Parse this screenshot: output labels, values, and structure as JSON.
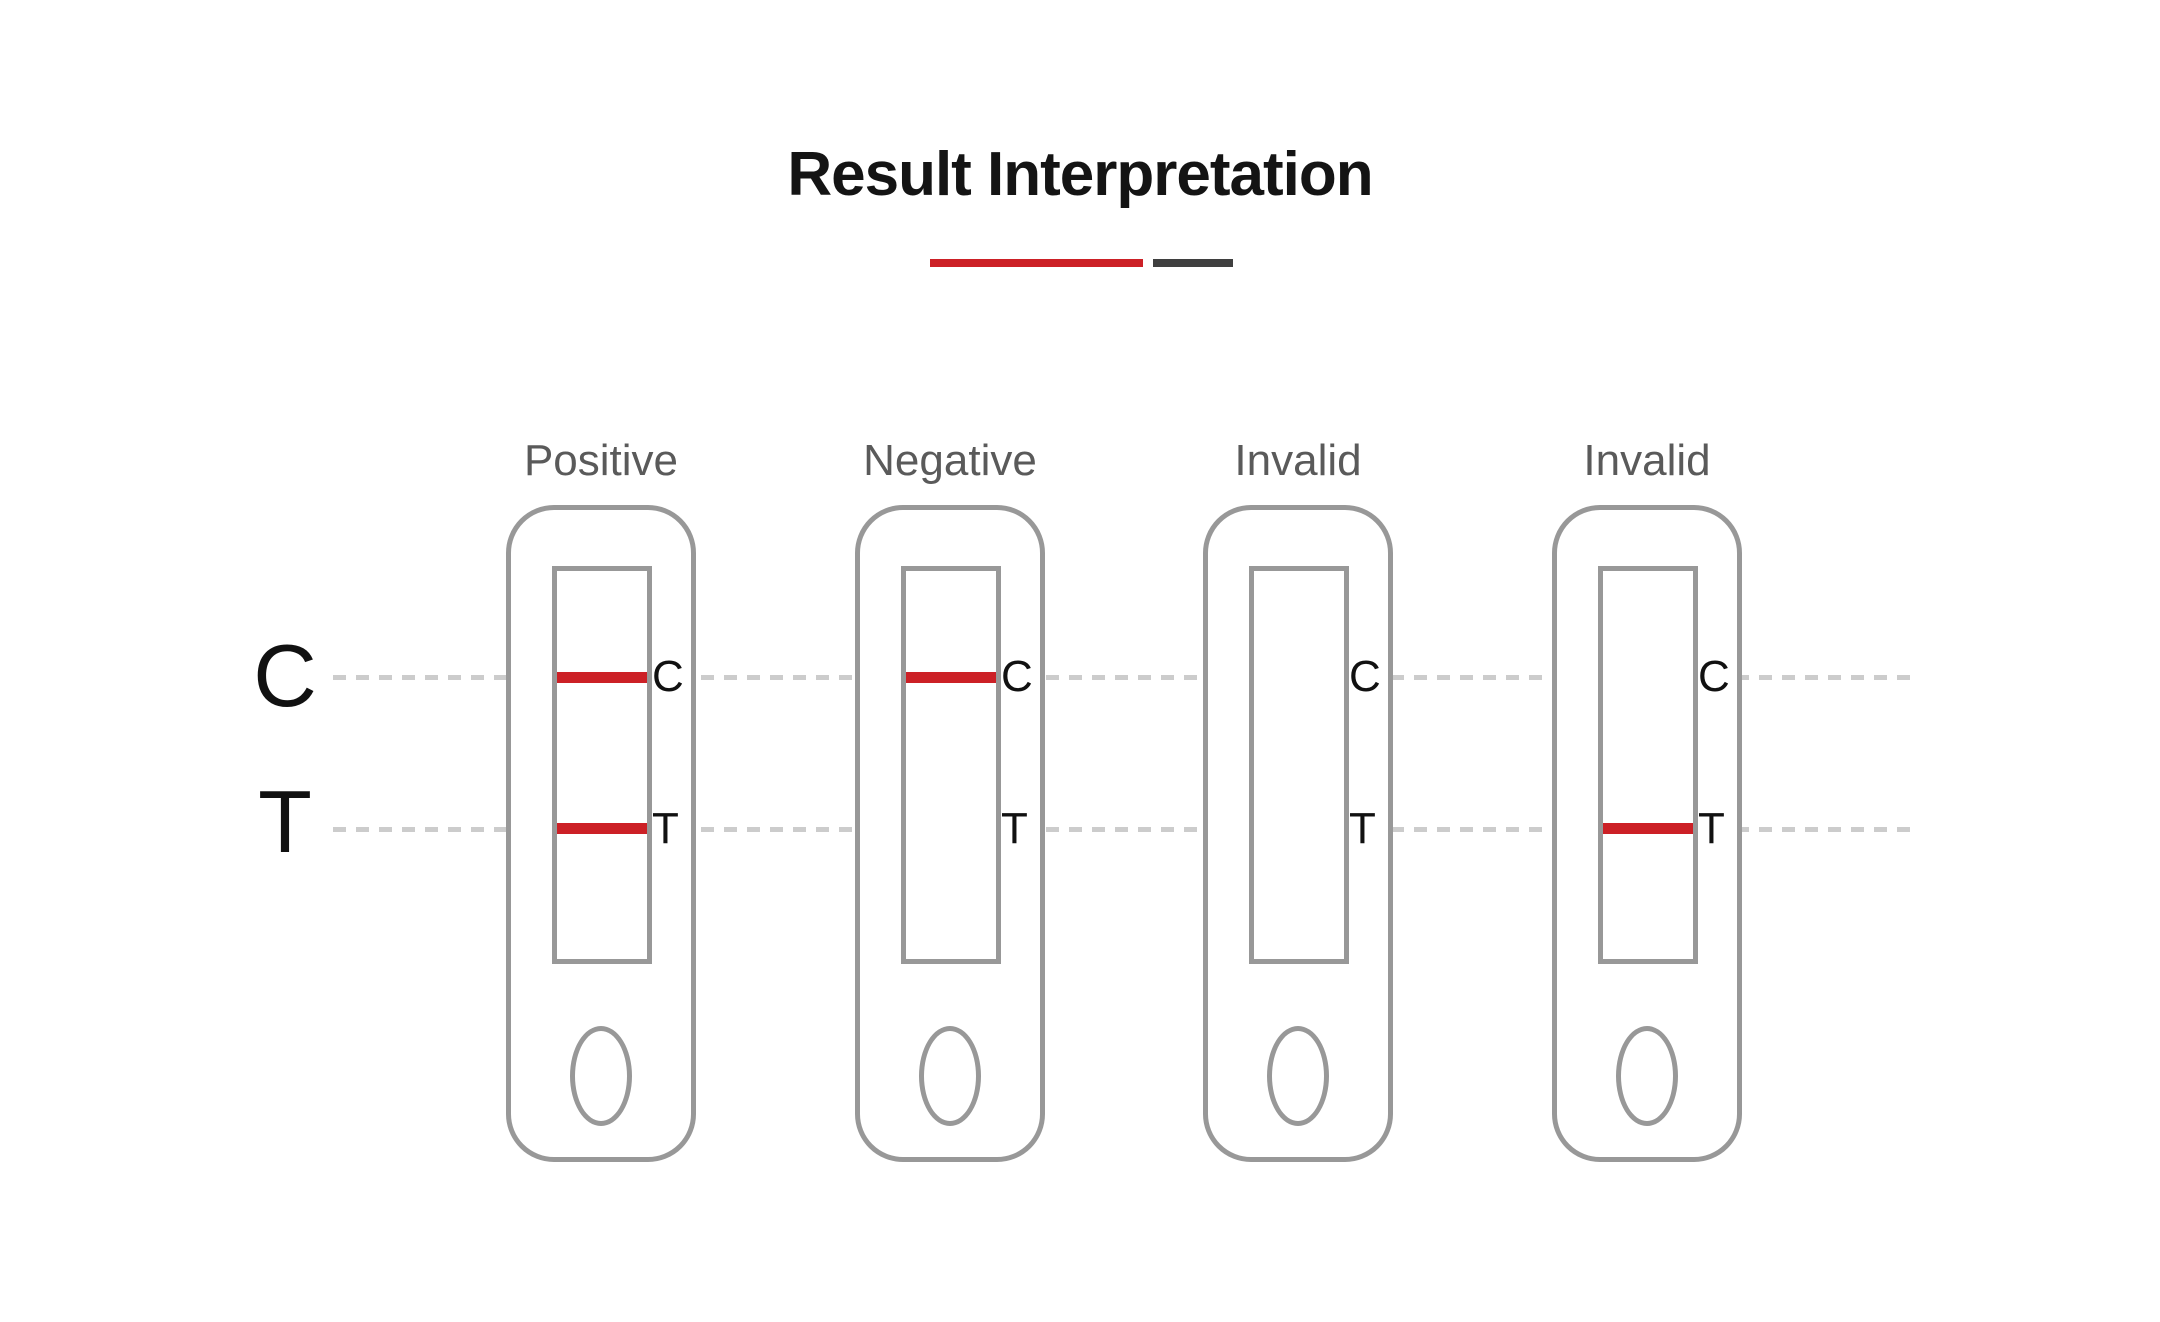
{
  "title": "Result Interpretation",
  "divider": {
    "red_color": "#cc2026",
    "dark_color": "#3f3f3f"
  },
  "colors": {
    "line_red": "#cc2026",
    "outline_gray": "#989898",
    "dash_gray": "#cccccc",
    "label_gray": "#5a5a5a",
    "text_black": "#111111"
  },
  "row_labels": {
    "control": "C",
    "test": "T"
  },
  "line_letters": {
    "C": "C",
    "T": "T"
  },
  "cassettes": [
    {
      "label": "Positive",
      "lines": {
        "C": true,
        "T": true
      }
    },
    {
      "label": "Negative",
      "lines": {
        "C": true,
        "T": false
      }
    },
    {
      "label": "Invalid",
      "lines": {
        "C": false,
        "T": false
      }
    },
    {
      "label": "Invalid",
      "lines": {
        "C": false,
        "T": true
      }
    }
  ]
}
